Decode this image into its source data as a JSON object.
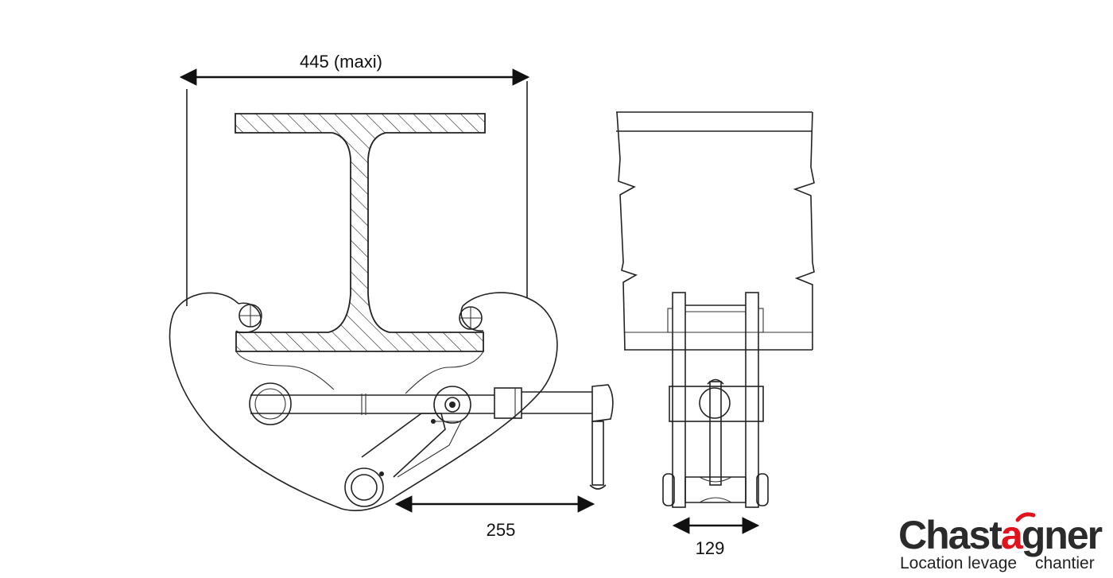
{
  "dimensions": {
    "width_label": "445 (maxi)",
    "reach_label": "255",
    "depth_label": "129"
  },
  "logo": {
    "brand_prefix": "Chast",
    "brand_accent": "a",
    "brand_suffix": "gner",
    "tagline_left": "Location levage",
    "tagline_right": "chantier",
    "accent_color": "#e1141e",
    "text_color": "#2b2b2b"
  }
}
